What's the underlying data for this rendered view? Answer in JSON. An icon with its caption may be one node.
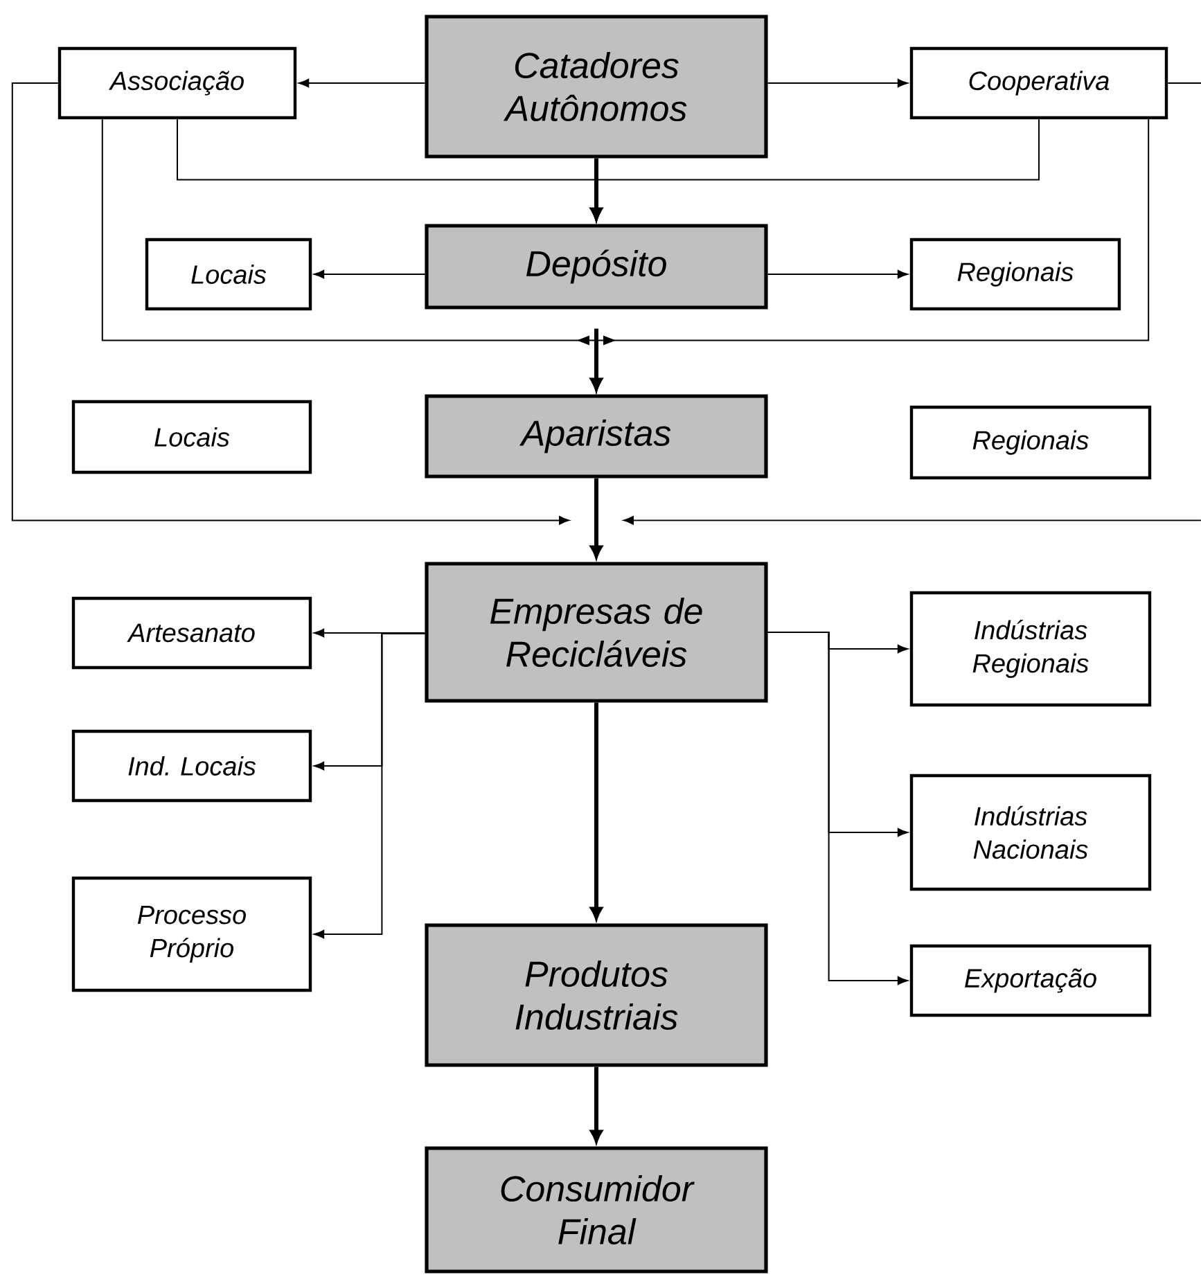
{
  "diagram": {
    "nodes": [
      {
        "text": [
          "Catadores Autônomos"
        ]
      },
      {
        "text": [
          "Associação"
        ]
      },
      {
        "text": [
          "Cooperativa"
        ]
      },
      {
        "text": [
          "Depósito"
        ]
      },
      {
        "text": [
          "Locais"
        ]
      },
      {
        "text": [
          "Regionais"
        ]
      },
      {
        "text": [
          "Aparistas"
        ]
      },
      {
        "text": [
          "Locais"
        ]
      },
      {
        "text": [
          "Regionais"
        ]
      },
      {
        "text": [
          "Empresas de Recicláveis"
        ]
      },
      {
        "text": [
          "Artesanato"
        ]
      },
      {
        "text": [
          "Ind. Locais"
        ]
      },
      {
        "text": [
          "Processo Próprio"
        ]
      },
      {
        "text": [
          "Indústrias Regionais"
        ]
      },
      {
        "text": [
          "Indústrias Nacionais"
        ]
      },
      {
        "text": [
          "Exportação"
        ]
      },
      {
        "text": [
          "Produtos Industriais"
        ]
      },
      {
        "text": [
          "Consumidor Final"
        ]
      }
    ],
    "edges": [
      {
        "from": 0,
        "to": 1,
        "arrow": "to"
      },
      {
        "from": 0,
        "to": 2,
        "arrow": "to"
      },
      {
        "from": 0,
        "to": 3,
        "arrow": "to",
        "style": "thick"
      },
      {
        "from": 1,
        "to": 3,
        "arrow": "to"
      },
      {
        "from": 2,
        "to": 3,
        "arrow": "to"
      },
      {
        "from": 3,
        "to": 4,
        "arrow": "to"
      },
      {
        "from": 3,
        "to": 5,
        "arrow": "to"
      },
      {
        "from": 1,
        "to": 6,
        "arrow": "to"
      },
      {
        "from": 2,
        "to": 6,
        "arrow": "to"
      },
      {
        "from": 3,
        "to": 6,
        "arrow": "to",
        "style": "thick"
      },
      {
        "from": 1,
        "to": 9,
        "arrow": "to"
      },
      {
        "from": 2,
        "to": 9,
        "arrow": "to"
      },
      {
        "from": 6,
        "to": 9,
        "arrow": "to",
        "style": "thick"
      },
      {
        "from": 9,
        "to": 10,
        "arrow": "to"
      },
      {
        "from": 9,
        "to": 11,
        "arrow": "to"
      },
      {
        "from": 9,
        "to": 12,
        "arrow": "to"
      },
      {
        "from": 9,
        "to": 13,
        "arrow": "to"
      },
      {
        "from": 9,
        "to": 14,
        "arrow": "to"
      },
      {
        "from": 9,
        "to": 15,
        "arrow": "to"
      },
      {
        "from": 9,
        "to": 16,
        "arrow": "to",
        "style": "thick"
      },
      {
        "from": 16,
        "to": 17,
        "arrow": "to",
        "style": "thick"
      }
    ]
  }
}
